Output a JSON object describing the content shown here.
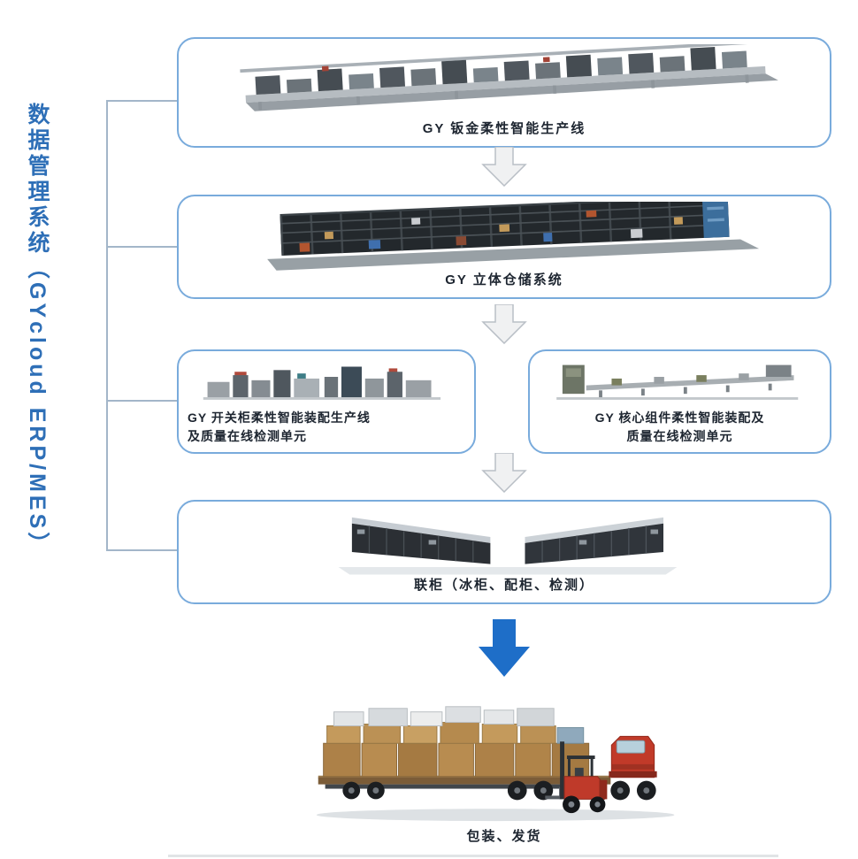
{
  "sidebar": {
    "label": "数据管理系统（GYcloud ERP/MES）"
  },
  "flow": {
    "sheet_metal_line": {
      "label": "GY 钣金柔性智能生产线"
    },
    "warehouse": {
      "label": "GY 立体仓储系统"
    },
    "switch_cabinet_line": {
      "line1": "GY 开关柜柔性智能装配生产线",
      "line2": "及质量在线检测单元"
    },
    "core_component_line": {
      "line1": "GY 核心组件柔性智能装配及",
      "line2": "质量在线检测单元"
    },
    "combined_cabinet": {
      "label": "联柜（冰柜、配柜、检测）"
    },
    "shipping": {
      "label": "包装、发货"
    }
  },
  "colors": {
    "box_border": "#79abdc",
    "side_text": "#2e6fb7",
    "label_text": "#1d2530",
    "hollow_arrow_fill": "#f0f1f2",
    "hollow_arrow_stroke": "#b9bfc6",
    "blue_arrow": "#1e6ec8",
    "connector": "#a3b6c9"
  }
}
